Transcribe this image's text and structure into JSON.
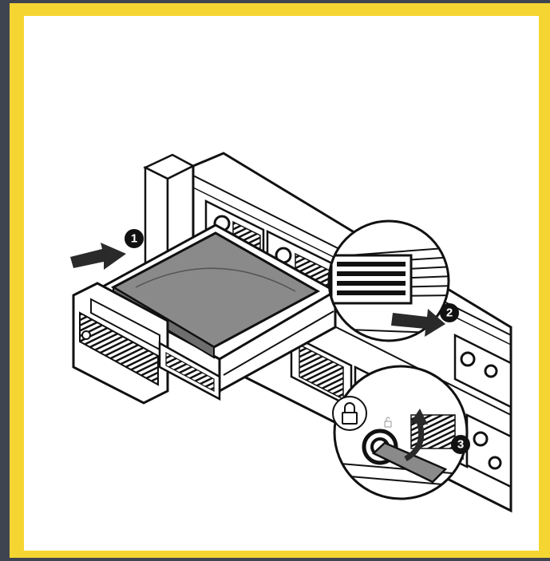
{
  "steps": [
    {
      "number": "1",
      "action": "insert-drive-tray"
    },
    {
      "number": "2",
      "action": "close-tray-latch"
    },
    {
      "number": "3",
      "action": "turn-key-to-lock"
    }
  ],
  "icons": [
    "lock-icon",
    "arrow-icon",
    "curved-arrow-icon",
    "key-icon"
  ],
  "colors": {
    "frame": "#f5d531",
    "background": "#3e4550",
    "panel": "#ffffff",
    "line": "#111111",
    "drive_fill": "#8a8a8a",
    "arrow_fill": "#2a2a2a"
  }
}
